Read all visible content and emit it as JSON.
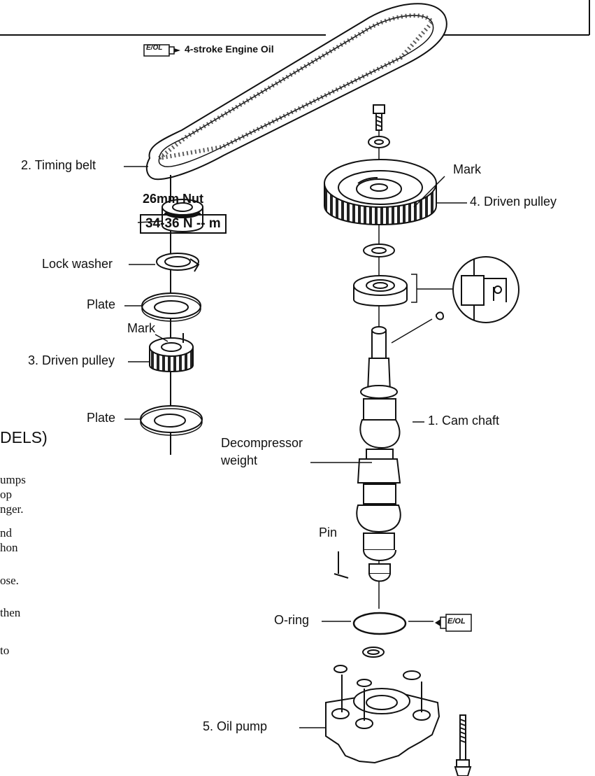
{
  "legend": {
    "icon": "oil-tube-icon",
    "icon_text": "E/OL",
    "text": "4-stroke Engine Oil"
  },
  "callouts": {
    "timing_belt": "2. Timing belt",
    "nut_size": "26mm Nut",
    "nut_torque": "34-36 N -- m",
    "lock_washer": "Lock washer",
    "plate_top": "Plate",
    "mark_small": "Mark",
    "driven_pulley_3": "3. Driven pulley",
    "plate_bottom": "Plate",
    "mark_large": "Mark",
    "driven_pulley_4": "4. Driven pulley",
    "cam_shaft": "1. Cam chaft",
    "decompressor_1": "Decompressor",
    "decompressor_2": "weight",
    "pin": "Pin",
    "o_ring": "O-ring",
    "oil_tube_text": "E/OL",
    "oil_pump": "5. Oil pump"
  },
  "clipped_text": {
    "heading": "DELS)",
    "lines": [
      "umps",
      "op",
      "nger.",
      "nd",
      "hon",
      "ose.",
      "then",
      "to"
    ]
  }
}
